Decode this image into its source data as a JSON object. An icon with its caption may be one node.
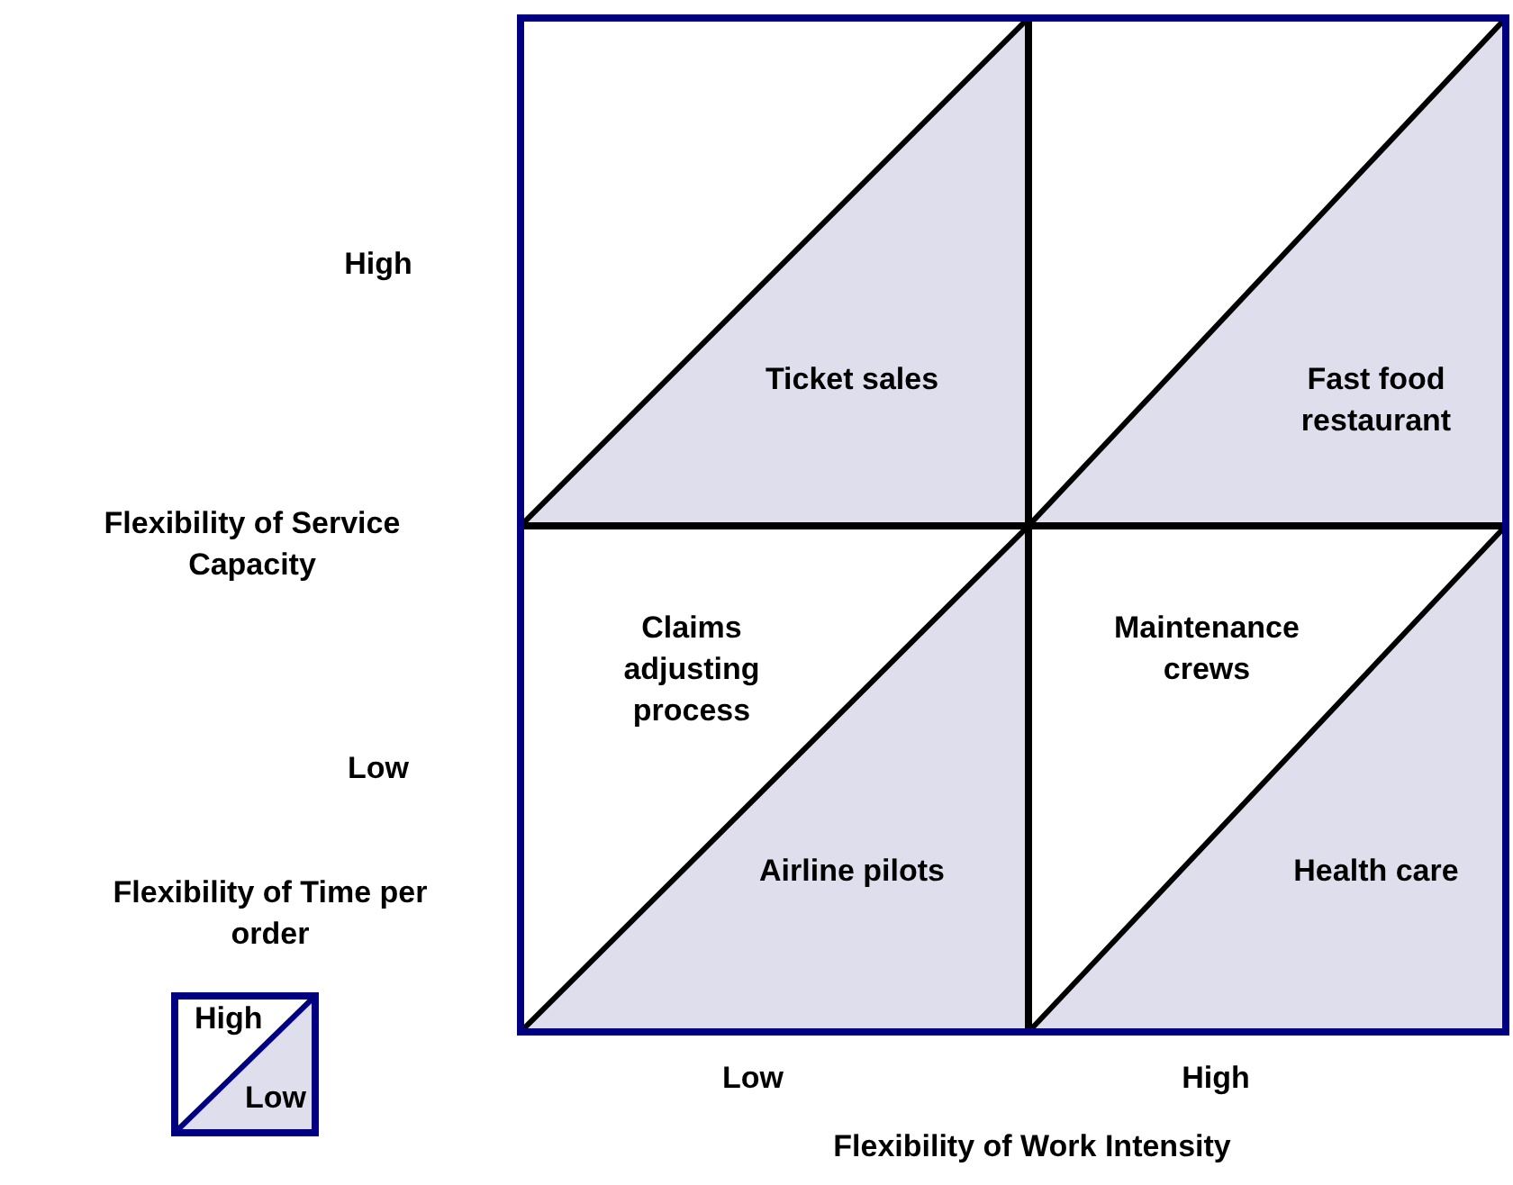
{
  "diagram": {
    "nodes": [
      {
        "text": [
          "Ticket sales"
        ]
      },
      {
        "text": [
          "Fast food restaurant"
        ]
      },
      {
        "text": [
          "Claims adjusting process",
          "Airline pilots"
        ]
      },
      {
        "text": [
          "Maintenance crews",
          "Health care"
        ]
      },
      {
        "text": [
          "Flexibility of Time per order",
          "High",
          "Low"
        ]
      }
    ],
    "labels": [
      "High",
      "Flexibility of Service Capacity",
      "Low",
      "Low",
      "High",
      "Flexibility of Work Intensity"
    ]
  }
}
